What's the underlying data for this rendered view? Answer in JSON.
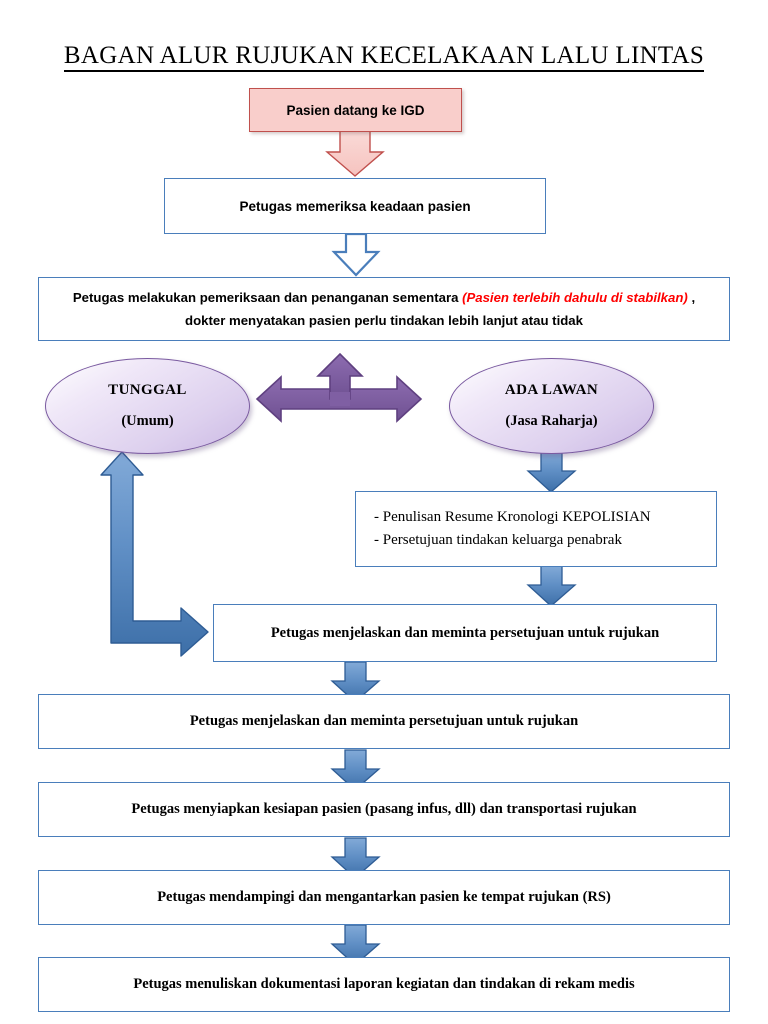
{
  "title": "BAGAN ALUR RUJUKAN KECELAKAAN LALU LINTAS",
  "nodes": {
    "start": {
      "label": "Pasien datang ke IGD",
      "fill": "#f9cecb",
      "stroke": "#c0504d"
    },
    "check": {
      "label": "Petugas memeriksa keadaan pasien"
    },
    "assess": {
      "part1": "Petugas melakukan pemeriksaan dan penanganan sementara ",
      "part2_red": "(Pasien terlebih dahulu di stabilkan)",
      "part3": " , dokter menyatakan pasien perlu tindakan lebih lanjut atau tidak"
    },
    "tunggal": {
      "line1": "TUNGGAL",
      "line2": "(Umum)"
    },
    "ada_lawan": {
      "line1": "ADA LAWAN",
      "line2": "(Jasa Raharja)"
    },
    "kepolisian": {
      "item1": "-  Penulisan Resume Kronologi KEPOLISIAN",
      "item2": "-  Persetujuan tindakan keluarga penabrak"
    },
    "consent1": {
      "label": "Petugas menjelaskan dan meminta persetujuan untuk rujukan"
    },
    "consent2": {
      "label": "Petugas menjelaskan dan meminta persetujuan untuk rujukan"
    },
    "prepare": {
      "label": "Petugas menyiapkan kesiapan pasien (pasang infus, dll) dan transportasi rujukan"
    },
    "escort": {
      "label": "Petugas mendampingi dan mengantarkan pasien ke tempat rujukan (RS)"
    },
    "document": {
      "label": "Petugas menuliskan dokumentasi laporan kegiatan dan tindakan di rekam medis"
    }
  },
  "colors": {
    "box_border": "#4a7ebb",
    "pink_fill": "#f9cecb",
    "pink_border": "#c0504d",
    "blue_arrow_light": "#6f9dd1",
    "blue_arrow_dark": "#3a6ba5",
    "purple_arrow": "#7f5fa3",
    "purple_arrow_border": "#5f4080",
    "ellipse_border": "#7a5aa0",
    "red_text": "#ff0000"
  },
  "arrows": {
    "start_to_check": "pink-down-arrow",
    "check_to_assess": "hollow-blue-down-arrow",
    "assess_to_branch": "purple-three-way-arrow",
    "adalawan_to_kepolisian": "blue-down-arrow",
    "kepolisian_to_consent1": "blue-down-arrow",
    "tunggal_elbow": "blue-elbow-double-arrow",
    "consent1_to_consent2": "blue-down-arrow",
    "consent2_to_prepare": "blue-down-arrow",
    "prepare_to_escort": "blue-down-arrow",
    "escort_to_document": "blue-down-arrow"
  }
}
